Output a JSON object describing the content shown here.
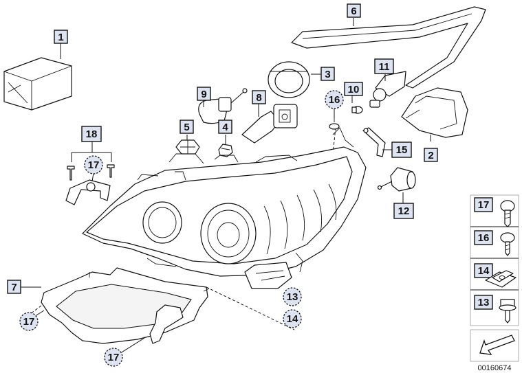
{
  "labels": {
    "c1": "1",
    "c2": "2",
    "c3": "3",
    "c4": "4",
    "c5": "5",
    "c6": "6",
    "c7": "7",
    "c8": "8",
    "c9": "9",
    "c10": "10",
    "c11": "11",
    "c12": "12",
    "c13": "13",
    "c14": "14",
    "c15": "15",
    "c16": "16",
    "c17a": "17",
    "c17b": "17",
    "c17c": "17",
    "c18": "18"
  },
  "legend": [
    {
      "number": "17",
      "icon": "screw-icon"
    },
    {
      "number": "16",
      "icon": "screw-icon"
    },
    {
      "number": "14",
      "icon": "clip-nut-icon"
    },
    {
      "number": "13",
      "icon": "screw-icon"
    }
  ],
  "doc_number": "00160674",
  "colors": {
    "label_fill": "#dde3f0",
    "line": "#111111"
  }
}
